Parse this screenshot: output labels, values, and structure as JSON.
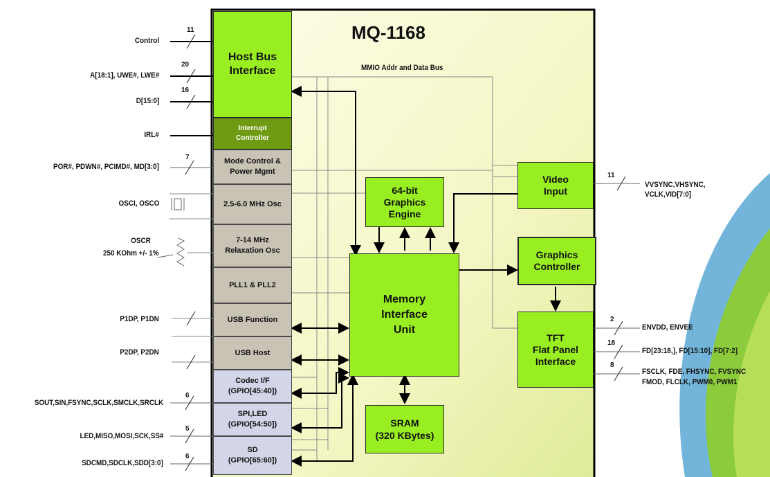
{
  "title": "MQ-1168",
  "bus_label": "MMIO Addr and Data Bus",
  "host_bus": [
    "Host Bus",
    "Interface"
  ],
  "interrupt": [
    "Interrupt",
    "Controller"
  ],
  "stack": [
    {
      "lines": [
        "Mode Control &",
        "Power Mgmt"
      ]
    },
    {
      "lines": [
        "2.5-6.0 MHz Osc"
      ]
    },
    {
      "lines": [
        "7-14 MHz",
        "Relaxation Osc"
      ]
    },
    {
      "lines": [
        "PLL1 & PLL2"
      ]
    },
    {
      "lines": [
        "USB Function"
      ]
    },
    {
      "lines": [
        "USB Host"
      ]
    },
    {
      "lines": [
        "Codec I/F",
        "(GPIO[45:40])"
      ]
    },
    {
      "lines": [
        "SPI,LED",
        "(GPIO[54:50])"
      ]
    },
    {
      "lines": [
        "SD",
        "(GPIO[65:60])"
      ]
    }
  ],
  "left_signals": [
    {
      "label": "Control",
      "width": "11"
    },
    {
      "label": "A[18:1], UWE#, LWE#",
      "width": "20"
    },
    {
      "label": "D[15:0]",
      "width": "16"
    },
    {
      "label": "IRL#",
      "width": ""
    },
    {
      "label": "POR#, PDWN#, PCIMD#, MD[3:0]",
      "width": "7"
    },
    {
      "label": "OSCI, OSCO",
      "width": ""
    },
    {
      "label": "OSCR",
      "width": ""
    },
    {
      "label": "250 KOhm +/- 1%",
      "width": ""
    },
    {
      "label": "P1DP, P1DN",
      "width": ""
    },
    {
      "label": "P2DP, P2DN",
      "width": ""
    },
    {
      "label": "SOUT,SIN,FSYNC,SCLK,SMCLK,SRCLK",
      "width": "6"
    },
    {
      "label": "LED,MISO,MOSI,SCK,SS#",
      "width": "5"
    },
    {
      "label": "SDCMD,SDCLK,SDD[3:0]",
      "width": "6"
    }
  ],
  "graphics_engine": [
    "64-bit",
    "Graphics",
    "Engine"
  ],
  "memory_unit": [
    "Memory",
    "Interface",
    "Unit"
  ],
  "sram": [
    "SRAM",
    "(320 KBytes)"
  ],
  "video_input": [
    "Video",
    "Input"
  ],
  "graphics_controller": [
    "Graphics",
    "Controller"
  ],
  "tft": [
    "TFT",
    "Flat Panel",
    "Interface"
  ],
  "right_signals": [
    {
      "width": "11",
      "lines": [
        "VVSYNC,VHSYNC,",
        "VCLK,VID[7:0]"
      ]
    },
    {
      "width": "2",
      "lines": [
        "ENVDD, ENVEE"
      ]
    },
    {
      "width": "18",
      "lines": [
        "FD[23:18,], FD[15:10], FD[7:2]"
      ]
    },
    {
      "width": "8",
      "lines": [
        "FSCLK, FDE, FHSYNC, FVSYNC",
        "FMOD, FLCLK, PWM0, PWM1"
      ]
    }
  ],
  "colors": {
    "block_green": "#99ee22",
    "chip_bg_light": "#fdfde6",
    "chip_bg_dark": "#e4eea0",
    "stack_gray": "#c9c3b6",
    "interrupt_green": "#6f9a14"
  }
}
